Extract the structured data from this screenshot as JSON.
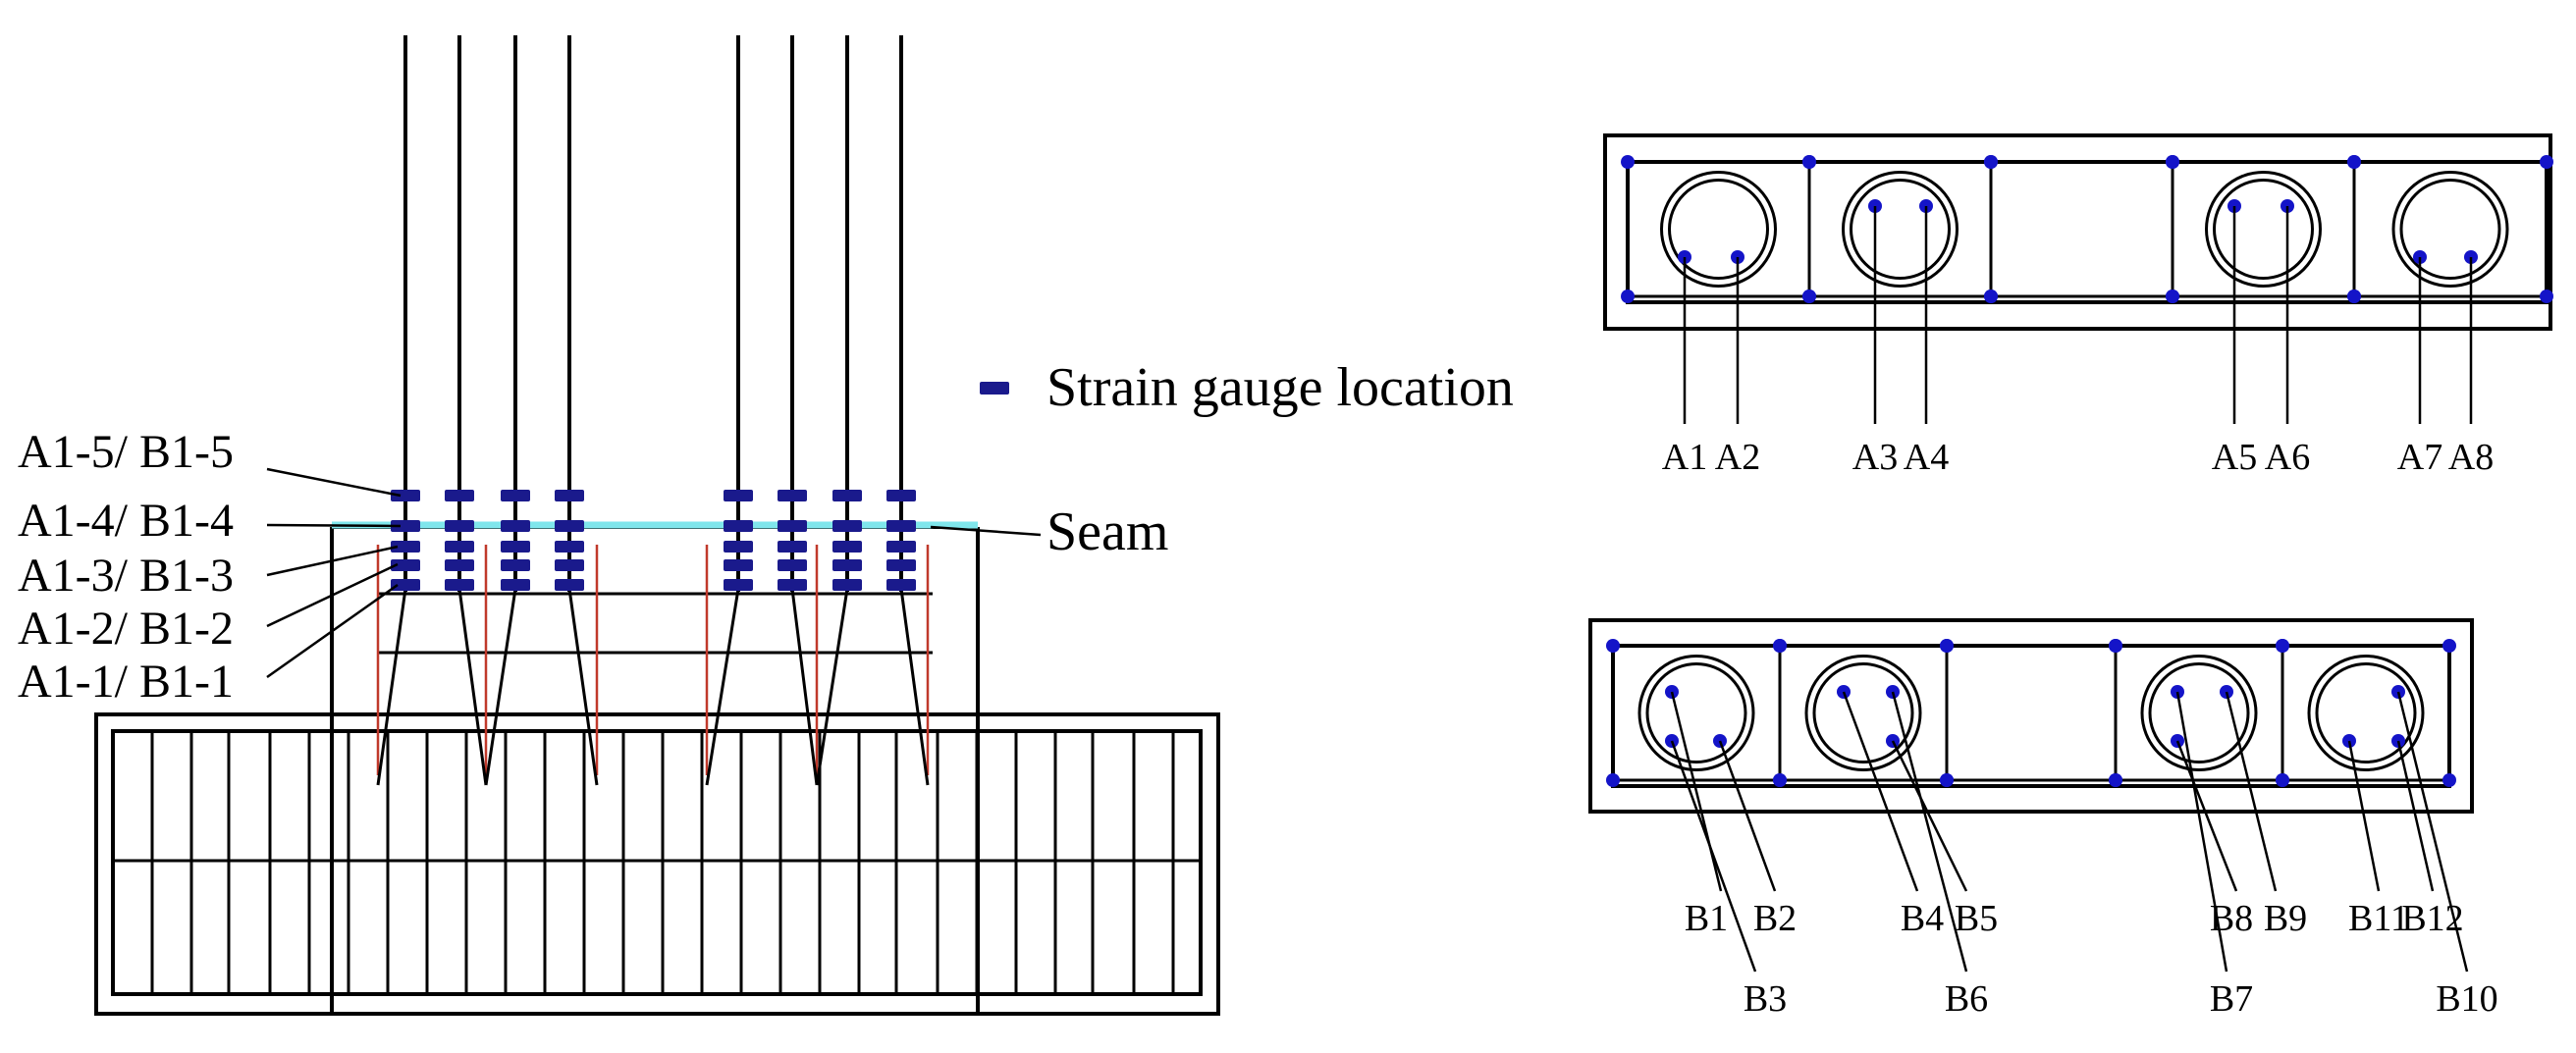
{
  "colors": {
    "line": "#000000",
    "gauge": "#1a1a8c",
    "gauge_point": "#1414c8",
    "seam": "#7fe6ec",
    "crack": "#c0392b",
    "background": "#ffffff"
  },
  "legend": {
    "marker": "gauge-marker",
    "text": "Strain gauge location"
  },
  "seam_label": "Seam",
  "level_labels": [
    "A1-5/ B1-5",
    "A1-4/ B1-4",
    "A1-3/ B1-3",
    "A1-2/ B1-2",
    "A1-1/ B1-1"
  ],
  "section_a": {
    "labels": [
      "A1",
      "A2",
      "A3",
      "A4",
      "A5",
      "A6",
      "A7",
      "A8"
    ]
  },
  "section_b": {
    "labels": [
      "B1",
      "B2",
      "B3",
      "B4",
      "B5",
      "B6",
      "B7",
      "B8",
      "B9",
      "B10",
      "B11",
      "B12"
    ]
  }
}
